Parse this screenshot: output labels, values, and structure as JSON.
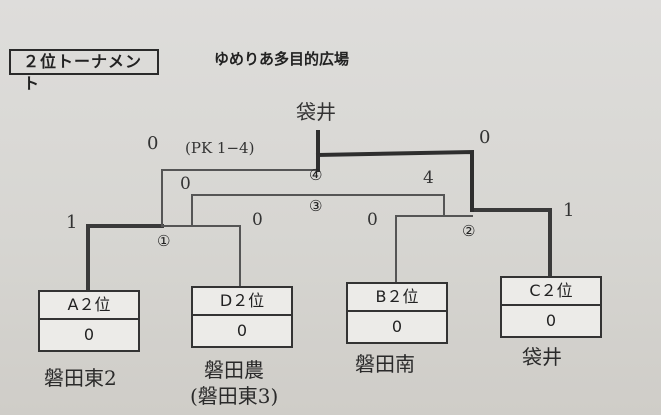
{
  "header": {
    "title": "２位トーナメント",
    "venue": "ゆめりあ多目的広場"
  },
  "winner_name": "袋井",
  "pk_note": "(PK 1−4)",
  "matches": [
    {
      "id": "①",
      "left_score": "1",
      "right_score": "0"
    },
    {
      "id": "②",
      "left_score": "0",
      "right_score": "1"
    },
    {
      "id": "③",
      "left_score": "0",
      "right_score": "4"
    },
    {
      "id": "④",
      "left_score": "0",
      "right_score": "0"
    }
  ],
  "teams": [
    {
      "seed": "A２位",
      "score": "0",
      "name": "磐田東2"
    },
    {
      "seed": "D２位",
      "score": "0",
      "name": "磐田農",
      "name_sub": "(磐田東3)"
    },
    {
      "seed": "B２位",
      "score": "0",
      "name": "磐田南"
    },
    {
      "seed": "C２位",
      "score": "0",
      "name": "袋井"
    }
  ]
}
